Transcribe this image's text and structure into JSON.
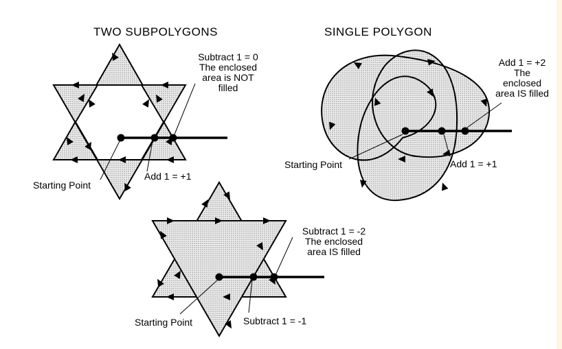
{
  "headings": {
    "left": "TWO  SUBPOLYGONS",
    "right": "SINGLE POLYGON"
  },
  "two_subpolygons": {
    "note_top": [
      "Subtract 1 = 0",
      "The enclosed",
      "area is NOT",
      "filled"
    ],
    "starting_point": "Starting Point",
    "add_label": "Add  1  =  +1"
  },
  "single_polygon": {
    "note_top": [
      "Add 1 = +2",
      "The",
      "enclosed",
      "area IS filled"
    ],
    "starting_point": "Starting Point",
    "add_label": "Add  1  =  +1"
  },
  "bottom_star": {
    "note_top": [
      "Subtract 1 = -2",
      "The enclosed",
      "area IS filled"
    ],
    "starting_point": "Starting Point",
    "subtract_label": "Subtract  1  =  -1"
  },
  "colors": {
    "fill": "#d4d4d4",
    "stroke": "#000000",
    "page_background": "#fff5e0"
  }
}
